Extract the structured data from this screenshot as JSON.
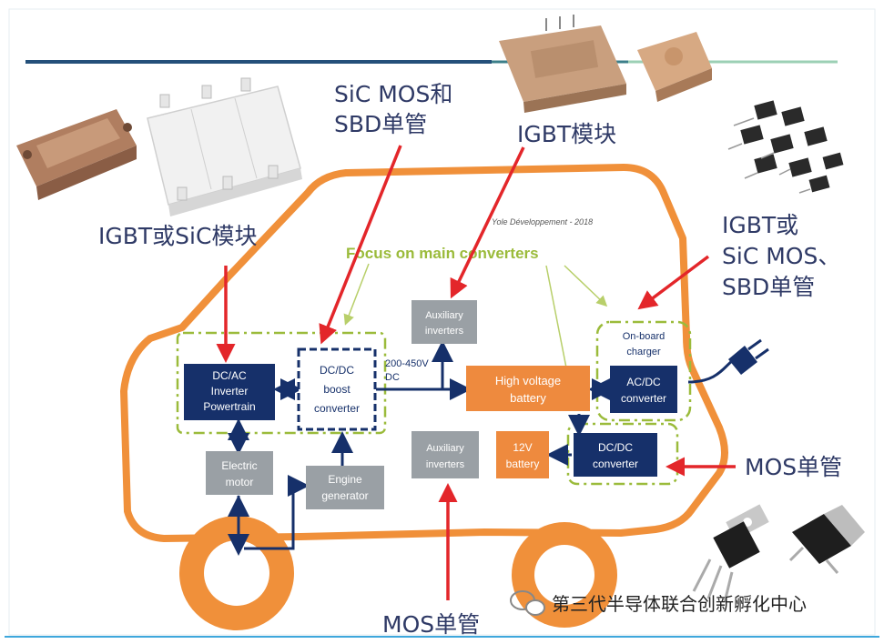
{
  "labels": {
    "igbt_or_sic_module": "IGBT或SiC模块",
    "sic_mos_sbd_line1": "SiC MOS和",
    "sic_mos_sbd_line2": "SBD单管",
    "igbt_module": "IGBT模块",
    "igbt_sic_sbd_line1": "IGBT或",
    "igbt_sic_sbd_line2": "SiC MOS、",
    "igbt_sic_sbd_line3": "SBD单管",
    "mos_right": "MOS单管",
    "mos_bottom": "MOS单管"
  },
  "diagram": {
    "focus_text": "Focus on main converters",
    "source_text": "Yole Développement - 2018",
    "voltage_line1": "200-450V",
    "voltage_line2": "DC",
    "onboard_line1": "On-board",
    "onboard_line2": "charger",
    "blocks": {
      "inverter": [
        "DC/AC",
        "Inverter",
        "Powertrain"
      ],
      "boost": [
        "DC/DC",
        "boost",
        "converter"
      ],
      "aux_top": [
        "Auxiliary",
        "inverters"
      ],
      "hv_battery": [
        "High voltage",
        "battery"
      ],
      "acdc": [
        "AC/DC",
        "converter"
      ],
      "motor": [
        "Electric",
        "motor"
      ],
      "engine": [
        "Engine",
        "generator"
      ],
      "aux_bottom": [
        "Auxiliary",
        "inverters"
      ],
      "battery12": [
        "12V",
        "battery"
      ],
      "dcdc": [
        "DC/DC",
        "converter"
      ]
    }
  },
  "watermark": "第三代半导体联合创新孵化中心",
  "colors": {
    "car_outline": "#f0903a",
    "navy": "#16306a",
    "orange_box": "#ee8a3e",
    "gray_box": "#9aa0a5",
    "red_arrow": "#e3262a",
    "green_dash": "#9bbb3b",
    "label_text": "#2f3a66"
  }
}
